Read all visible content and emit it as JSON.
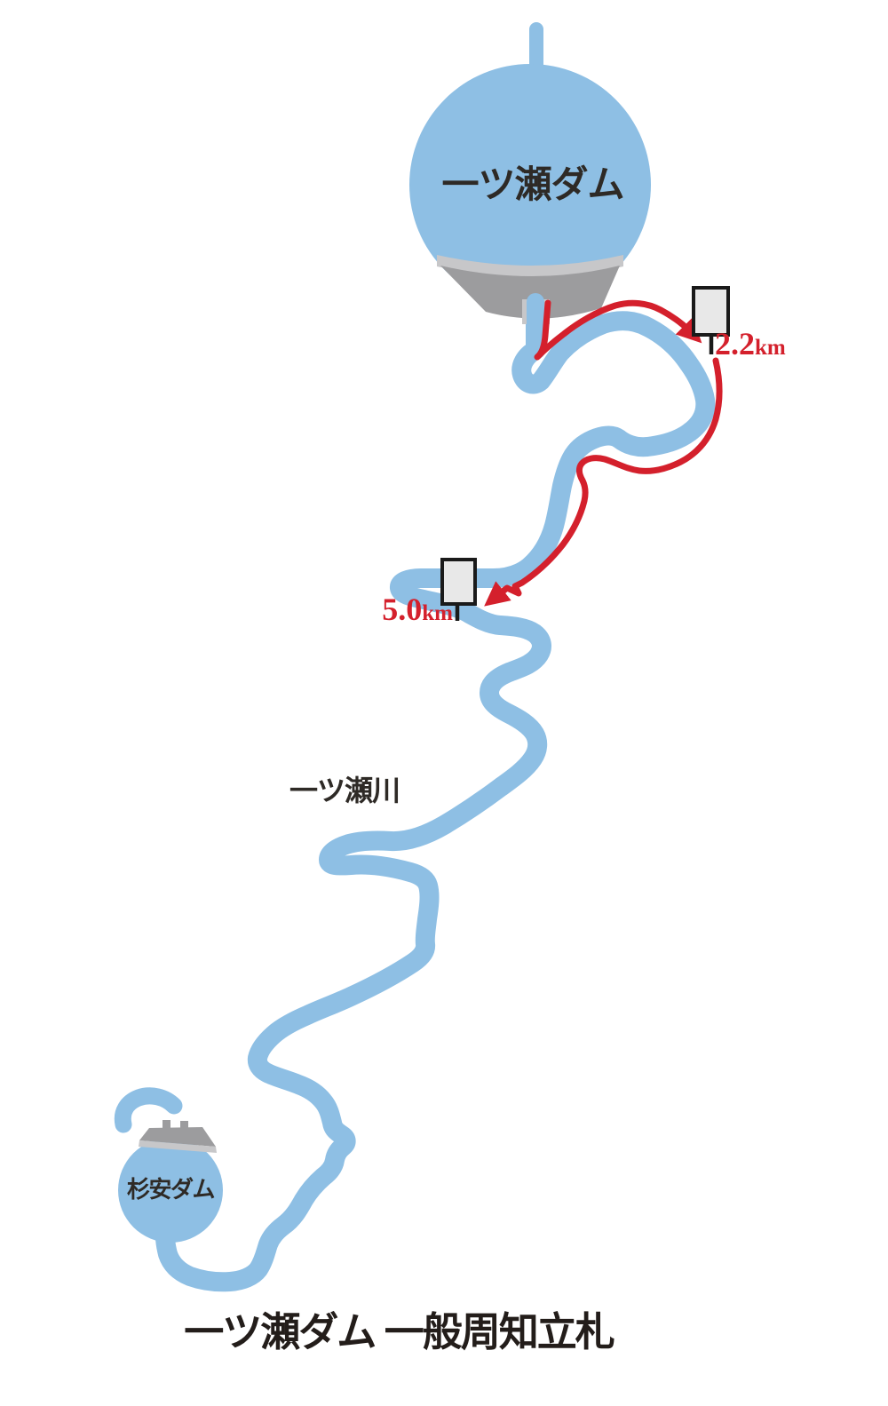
{
  "map_title": "一ツ瀬ダム 一般周知立札",
  "upper_dam": {
    "name": "一ツ瀬ダム"
  },
  "lower_dam": {
    "name": "杉安ダム"
  },
  "river": {
    "name": "一ツ瀬川"
  },
  "signboards": [
    {
      "id": "notice-sign-2.2km",
      "distance_value": "2.2",
      "distance_unit": "km"
    },
    {
      "id": "notice-sign-5.0km",
      "distance_value": "5.0",
      "distance_unit": "km"
    }
  ],
  "colors": {
    "river_blue": "#8EBFE4",
    "route_red": "#D4202C",
    "dam_gray_dark": "#9C9C9E",
    "dam_gray_light": "#C7C7C9",
    "sign_fill": "#E8E8E8",
    "sign_border": "#1A1A1A",
    "label_text": "#2E2A26",
    "title_text": "#231D1A",
    "background": "#FFFFFF"
  }
}
